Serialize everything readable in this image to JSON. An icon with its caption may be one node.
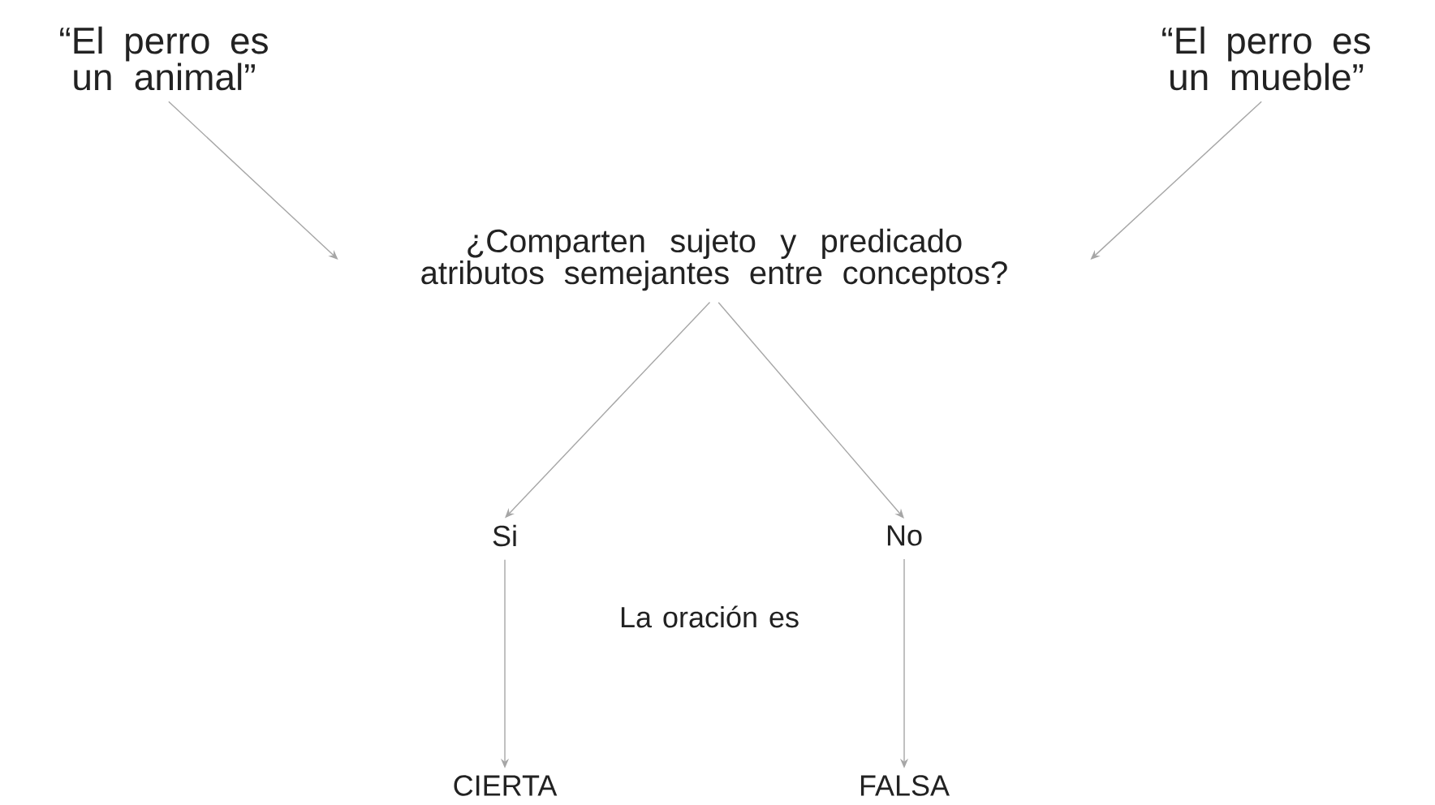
{
  "diagram": {
    "nodes": [
      {
        "text": [
          "“El perro es un animal”"
        ]
      },
      {
        "text": [
          "“El perro es un mueble”"
        ]
      },
      {
        "text": [
          "¿Comparten sujeto y predicado atributos semejantes entre conceptos?"
        ]
      },
      {
        "text": [
          "Si"
        ]
      },
      {
        "text": [
          "No"
        ]
      },
      {
        "text": [
          "CIERTA"
        ]
      },
      {
        "text": [
          "FALSA"
        ]
      }
    ],
    "edges": [
      {
        "from": 0,
        "to": 2,
        "arrow": "to"
      },
      {
        "from": 1,
        "to": 2,
        "arrow": "to"
      },
      {
        "from": 2,
        "to": 3,
        "arrow": "to"
      },
      {
        "from": 2,
        "to": 4,
        "arrow": "to"
      },
      {
        "from": 3,
        "to": 5,
        "arrow": "to"
      },
      {
        "from": 4,
        "to": 6,
        "arrow": "to"
      }
    ],
    "labels": [
      "La oración es"
    ]
  }
}
